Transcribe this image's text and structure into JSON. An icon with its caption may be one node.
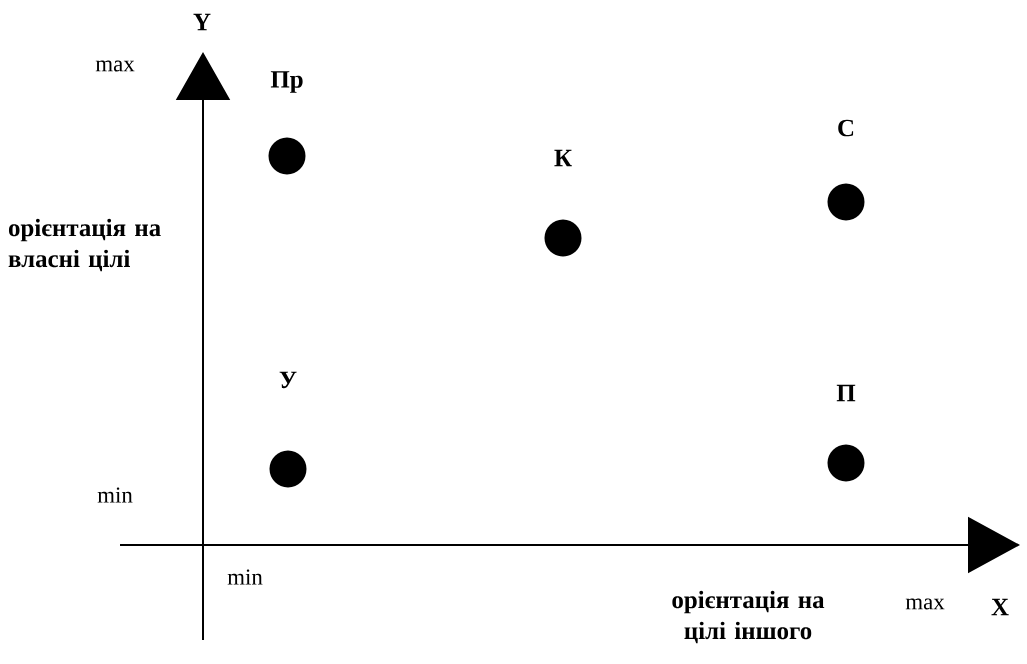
{
  "diagram": {
    "nodes": [
      {
        "text": [],
        "shape": "circle",
        "beside": [
          "Пр"
        ]
      },
      {
        "text": [],
        "shape": "circle",
        "beside": [
          "К"
        ]
      },
      {
        "text": [],
        "shape": "circle",
        "beside": [
          "С"
        ]
      },
      {
        "text": [],
        "shape": "circle",
        "beside": [
          "У"
        ]
      },
      {
        "text": [],
        "shape": "circle",
        "beside": [
          "П"
        ]
      }
    ],
    "labels": [
      "Y",
      "max",
      "орієнтація на власні цілі",
      "min",
      "min",
      "орієнтація на цілі іншого",
      "max",
      "X"
    ]
  }
}
